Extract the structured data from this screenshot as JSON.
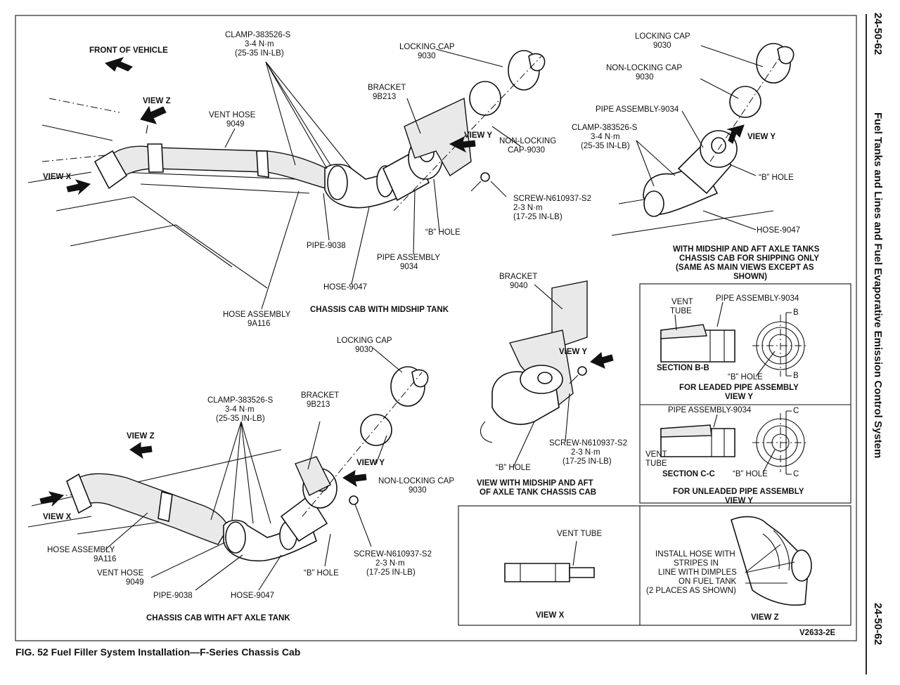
{
  "side_header": {
    "page_top": "24-50-62",
    "section_title": "Fuel Tanks and Lines and Fuel Evaporative Emission Control System",
    "page_bottom": "24-50-62"
  },
  "figure": {
    "caption": "FIG. 52  Fuel Filler System Installation—F-Series Chassis Cab",
    "code": "V2633-2E"
  },
  "midship": {
    "front_of_vehicle": "FRONT OF VEHICLE",
    "clamp": [
      "CLAMP-383526-S",
      "3-4 N·m",
      "(25-35 IN-LB)"
    ],
    "view_z": "VIEW Z",
    "vent_hose": [
      "VENT HOSE",
      "9049"
    ],
    "view_x": "VIEW X",
    "locking_cap": [
      "LOCKING CAP",
      "9030"
    ],
    "bracket": [
      "BRACKET",
      "9B213"
    ],
    "view_y": "VIEW Y",
    "non_locking_cap": [
      "NON-LOCKING",
      "CAP-9030"
    ],
    "screw": [
      "SCREW-N610937-S2",
      "2-3 N·m",
      "(17-25 IN-LB)"
    ],
    "b_hole": "“B” HOLE",
    "pipe": "PIPE-9038",
    "pipe_assembly": [
      "PIPE ASSEMBLY",
      "9034"
    ],
    "hose": "HOSE-9047",
    "hose_assembly": [
      "HOSE ASSEMBLY",
      "9A116"
    ],
    "title": "CHASSIS CAB WITH MIDSHIP TANK"
  },
  "shipping": {
    "locking_cap": [
      "LOCKING CAP",
      "9030"
    ],
    "non_locking_cap": [
      "NON-LOCKING CAP",
      "9030"
    ],
    "pipe_assembly": "PIPE ASSEMBLY-9034",
    "clamp": [
      "CLAMP-383526-S",
      "3-4 N·m",
      "(25-35 IN-LB)"
    ],
    "view_y": "VIEW Y",
    "b_hole": "“B” HOLE",
    "hose": "HOSE-9047",
    "note": [
      "WITH MIDSHIP AND AFT AXLE TANKS",
      "CHASSIS CAB FOR SHIPPING ONLY",
      "(SAME AS MAIN VIEWS EXCEPT AS",
      "SHOWN)"
    ]
  },
  "bracket_view": {
    "bracket": [
      "BRACKET",
      "9040"
    ],
    "view_y": "VIEW Y",
    "screw": [
      "SCREW-N610937-S2",
      "2-3 N·m",
      "(17-25 IN-LB)"
    ],
    "b_hole": "“B” HOLE",
    "title": [
      "VIEW WITH MIDSHIP AND AFT",
      "OF AXLE TANK CHASSIS CAB"
    ]
  },
  "aft": {
    "locking_cap": [
      "LOCKING CAP",
      "9030"
    ],
    "clamp": [
      "CLAMP-383526-S",
      "3-4 N·m",
      "(25-35 IN-LB)"
    ],
    "bracket": [
      "BRACKET",
      "9B213"
    ],
    "view_z": "VIEW Z",
    "view_y": "VIEW Y",
    "non_locking_cap": [
      "NON-LOCKING CAP",
      "9030"
    ],
    "view_x": "VIEW X",
    "hose_assembly": [
      "HOSE ASSEMBLY",
      "9A116"
    ],
    "vent_hose": [
      "VENT HOSE",
      "9049"
    ],
    "pipe": "PIPE-9038",
    "hose": "HOSE-9047",
    "b_hole": "“B” HOLE",
    "screw": [
      "SCREW-N610937-S2",
      "2-3 N·m",
      "(17-25 IN-LB)"
    ],
    "title": "CHASSIS CAB WITH AFT AXLE TANK"
  },
  "section_bb": {
    "vent_tube": [
      "VENT",
      "TUBE"
    ],
    "pipe_assembly": "PIPE ASSEMBLY-9034",
    "b": "B",
    "section": "SECTION B-B",
    "b_hole": "“B” HOLE",
    "caption": [
      "FOR LEADED PIPE ASSEMBLY",
      "VIEW Y"
    ]
  },
  "section_cc": {
    "pipe_assembly": "PIPE ASSEMBLY-9034",
    "c": "C",
    "vent_tube": [
      "VENT",
      "TUBE"
    ],
    "section": "SECTION C-C",
    "b_hole": "“B” HOLE",
    "caption": [
      "FOR UNLEADED PIPE ASSEMBLY",
      "VIEW Y"
    ]
  },
  "view_x_box": {
    "vent_tube": "VENT TUBE",
    "title": "VIEW X"
  },
  "view_z_box": {
    "note": [
      "INSTALL HOSE WITH",
      "STRIPES IN",
      "LINE WITH DIMPLES",
      "ON FUEL TANK",
      "(2 PLACES AS SHOWN)"
    ],
    "title": "VIEW Z"
  }
}
